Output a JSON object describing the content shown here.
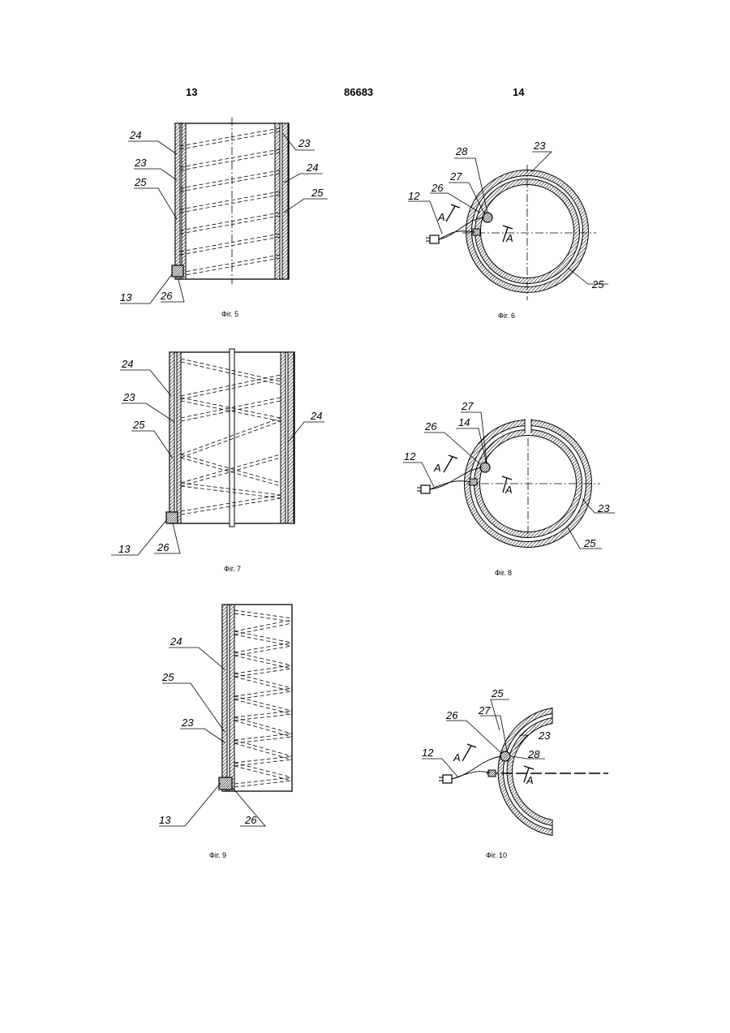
{
  "header": {
    "left_page": "13",
    "patent_number": "86683",
    "right_page": "14"
  },
  "figures": {
    "fig5": {
      "caption": "Фіг. 5",
      "labels": {
        "l24a": "24",
        "l23a": "23",
        "l25a": "25",
        "r23": "23",
        "r24": "24",
        "r25": "25",
        "l13": "13",
        "l26": "26"
      }
    },
    "fig6": {
      "caption": "Фіг. 6",
      "labels": {
        "l28": "28",
        "l23": "23",
        "l27": "27",
        "l26": "26",
        "l12": "12",
        "lA1": "A",
        "lA2": "A",
        "l25": "25"
      }
    },
    "fig7": {
      "caption": "Фіг. 7",
      "labels": {
        "l24": "24",
        "l23": "23",
        "l25": "25",
        "r24": "24",
        "l13": "13",
        "l26": "26"
      }
    },
    "fig8": {
      "caption": "Фіг. 8",
      "labels": {
        "l27": "27",
        "l26": "26",
        "l14": "14",
        "l12": "12",
        "lA1": "A",
        "lA2": "A",
        "l23": "23",
        "l25": "25"
      }
    },
    "fig9": {
      "caption": "Фіг. 9",
      "labels": {
        "l24": "24",
        "l25": "25",
        "l23": "23",
        "l13": "13",
        "l26": "26"
      }
    },
    "fig10": {
      "caption": "Фіг. 10",
      "labels": {
        "l25": "25",
        "l26": "26",
        "l27": "27",
        "l23": "23",
        "l28": "28",
        "l12": "12",
        "lA1": "A",
        "lA2": "A"
      }
    }
  }
}
